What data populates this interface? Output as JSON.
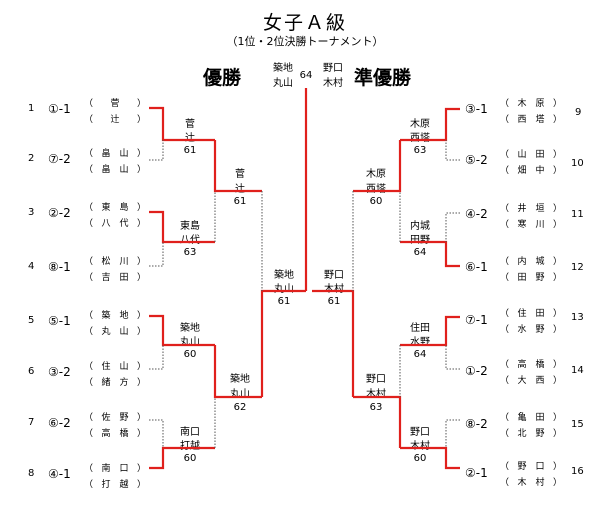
{
  "header": {
    "title": "女子Ａ級",
    "subtitle": "（1位・2位決勝トーナメント）",
    "champion_label": "優勝",
    "runner_up_label": "準優勝"
  },
  "final": {
    "score": "64",
    "left_team": [
      "築地",
      "丸山"
    ],
    "right_team": [
      "野口",
      "木村"
    ]
  },
  "left_entries": [
    {
      "no": "1",
      "seed": "①-1",
      "p1": "菅",
      "p2": "辻"
    },
    {
      "no": "2",
      "seed": "⑦-2",
      "p1": "畠　山",
      "p2": "畠　山"
    },
    {
      "no": "3",
      "seed": "②-2",
      "p1": "東　島",
      "p2": "八　代"
    },
    {
      "no": "4",
      "seed": "⑧-1",
      "p1": "松　川",
      "p2": "吉　田"
    },
    {
      "no": "5",
      "seed": "⑤-1",
      "p1": "築　地",
      "p2": "丸　山"
    },
    {
      "no": "6",
      "seed": "③-2",
      "p1": "住　山",
      "p2": "緒　方"
    },
    {
      "no": "7",
      "seed": "⑥-2",
      "p1": "佐　野",
      "p2": "高　橋"
    },
    {
      "no": "8",
      "seed": "④-1",
      "p1": "南　口",
      "p2": "打　越"
    }
  ],
  "right_entries": [
    {
      "no": "9",
      "seed": "③-1",
      "p1": "木　原",
      "p2": "西　塔"
    },
    {
      "no": "10",
      "seed": "⑤-2",
      "p1": "山　田",
      "p2": "畑　中"
    },
    {
      "no": "11",
      "seed": "④-2",
      "p1": "井　垣",
      "p2": "寒　川"
    },
    {
      "no": "12",
      "seed": "⑥-1",
      "p1": "内　城",
      "p2": "田　野"
    },
    {
      "no": "13",
      "seed": "⑦-1",
      "p1": "住　田",
      "p2": "水　野"
    },
    {
      "no": "14",
      "seed": "①-2",
      "p1": "高　橋",
      "p2": "大　西"
    },
    {
      "no": "15",
      "seed": "⑧-2",
      "p1": "亀　田",
      "p2": "北　野"
    },
    {
      "no": "16",
      "seed": "②-1",
      "p1": "野　口",
      "p2": "木　村"
    }
  ],
  "left_r1": [
    {
      "t1": "菅",
      "t2": "辻",
      "score": "61"
    },
    {
      "t1": "東島",
      "t2": "八代",
      "score": "63"
    },
    {
      "t1": "築地",
      "t2": "丸山",
      "score": "60"
    },
    {
      "t1": "南口",
      "t2": "打越",
      "score": "60"
    }
  ],
  "left_r2": [
    {
      "t1": "菅",
      "t2": "辻",
      "score": "61"
    },
    {
      "t1": "築地",
      "t2": "丸山",
      "score": "62"
    }
  ],
  "left_sf": {
    "t1": "築地",
    "t2": "丸山",
    "score": "61"
  },
  "right_r1": [
    {
      "t1": "木原",
      "t2": "西塔",
      "score": "63"
    },
    {
      "t1": "内城",
      "t2": "田野",
      "score": "64"
    },
    {
      "t1": "住田",
      "t2": "水野",
      "score": "64"
    },
    {
      "t1": "野口",
      "t2": "木村",
      "score": "60"
    }
  ],
  "right_r2": [
    {
      "t1": "木原",
      "t2": "西塔",
      "score": "60"
    },
    {
      "t1": "野口",
      "t2": "木村",
      "score": "63"
    }
  ],
  "right_sf": {
    "t1": "野口",
    "t2": "木村",
    "score": "61"
  },
  "colors": {
    "winner_line": "#e0201c",
    "loser_line": "#555555"
  }
}
